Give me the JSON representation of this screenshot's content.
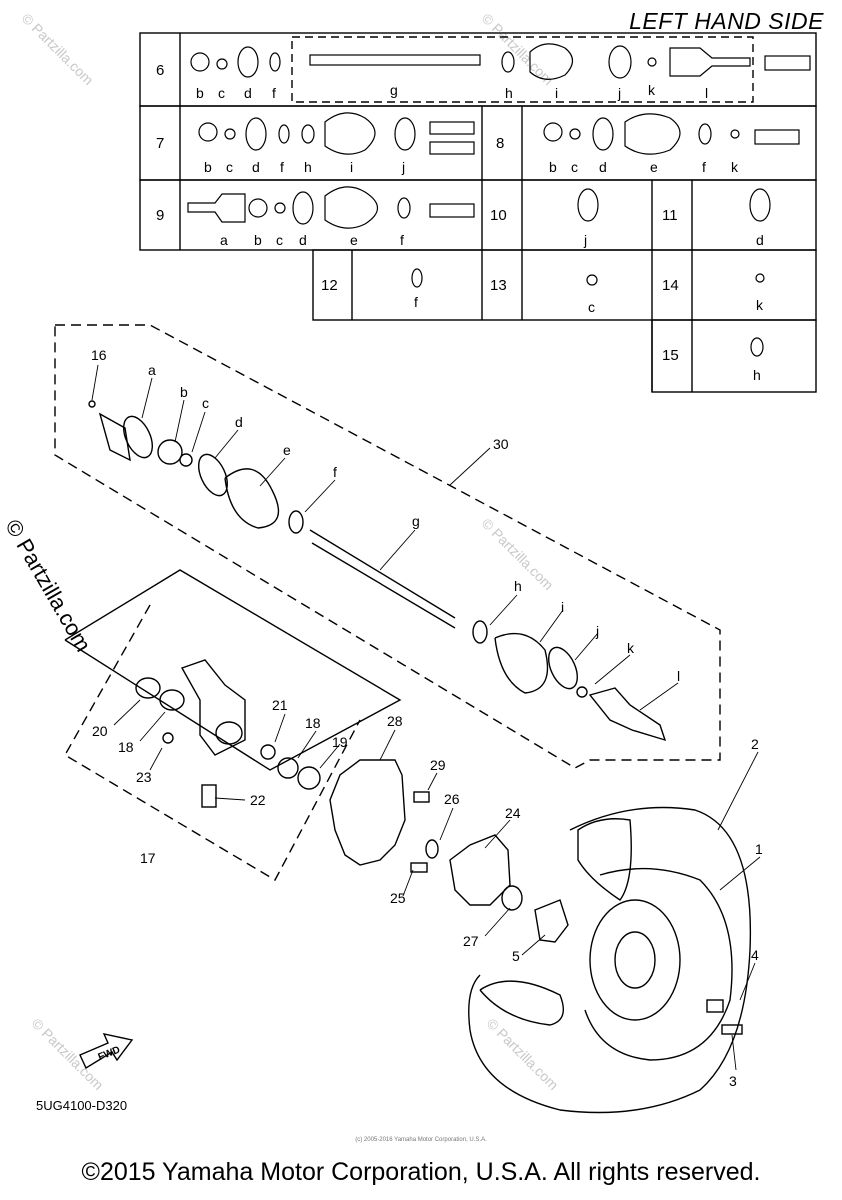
{
  "header": {
    "title": "LEFT HAND SIDE"
  },
  "kit_table": {
    "row_numbers": [
      "6",
      "7",
      "8",
      "9",
      "10",
      "11",
      "12",
      "13",
      "14",
      "15"
    ],
    "row6": [
      "b",
      "c",
      "d",
      "f",
      "g",
      "h",
      "i",
      "j",
      "k",
      "l"
    ],
    "row7": [
      "b",
      "c",
      "d",
      "f",
      "h",
      "i",
      "j"
    ],
    "row8": [
      "b",
      "c",
      "d",
      "e",
      "f",
      "k"
    ],
    "row9": [
      "a",
      "b",
      "c",
      "d",
      "e",
      "f"
    ],
    "row10": [
      "j"
    ],
    "row11": [
      "d"
    ],
    "row12": [
      "f"
    ],
    "row13": [
      "c"
    ],
    "row14": [
      "k"
    ],
    "row15": [
      "h"
    ]
  },
  "callouts": {
    "shaft": [
      "16",
      "a",
      "b",
      "c",
      "d",
      "e",
      "f",
      "g",
      "h",
      "i",
      "j",
      "k",
      "l",
      "30"
    ],
    "knuckle": [
      "20",
      "18",
      "23",
      "22",
      "17",
      "21",
      "18",
      "19"
    ],
    "wheel": [
      "28",
      "29",
      "26",
      "24",
      "25",
      "27",
      "5",
      "2",
      "1",
      "4",
      "3"
    ]
  },
  "fwd_label": "FWD",
  "watermark_main": "© Partzilla.com",
  "watermark_faint": "© Partzilla.com",
  "footer": {
    "part_code": "5UG4100-D320",
    "tiny_text": "(c) 2005-2016 Yamaha Motor Corporation, U.S.A.",
    "copyright": "©2015 Yamaha Motor Corporation, U.S.A. All rights reserved."
  }
}
